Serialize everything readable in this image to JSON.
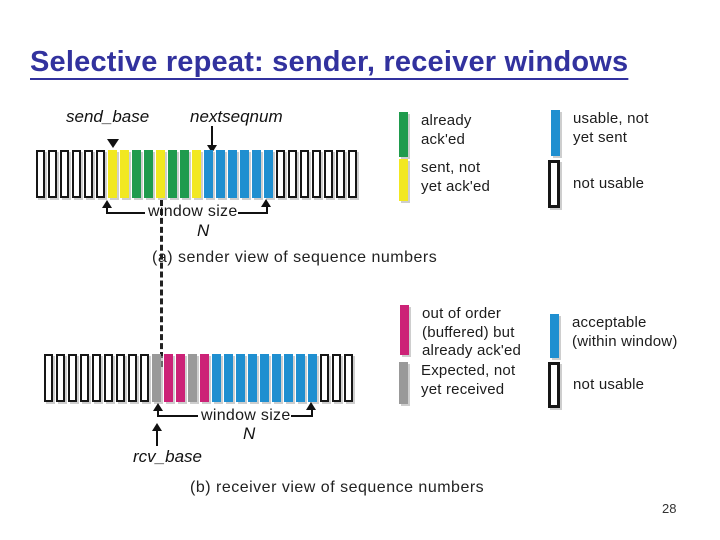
{
  "slide": {
    "title": "Selective repeat: sender, receiver windows",
    "page_number": "28"
  },
  "colors": {
    "title": "#32329e",
    "already_acked_green": "#1f9b4d",
    "sent_not_acked_yellow": "#f2e821",
    "usable_blue": "#1f8fd0",
    "out_of_order_magenta": "#cc2277",
    "expected_gray": "#999999",
    "not_usable_fill": "#ffffff"
  },
  "bar_states": {
    "n": {
      "name": "not-usable",
      "color": null
    },
    "y": {
      "name": "sent-not-yet-acked",
      "color": "#f2e821"
    },
    "g": {
      "name": "already-acked",
      "color": "#1f9b4d"
    },
    "b": {
      "name": "usable-not-yet-sent",
      "color": "#1f8fd0"
    },
    "o": {
      "name": "out-of-order-buffered-acked",
      "color": "#cc2277"
    },
    "e": {
      "name": "expected-not-yet-received",
      "color": "#999999"
    },
    "a": {
      "name": "acceptable-within-window",
      "color": "#1f8fd0"
    }
  },
  "sender": {
    "send_base_label": "send_base",
    "nextseqnum_label": "nextseqnum",
    "window_size_label": "window size",
    "window_n_label": "N",
    "caption": "(a) sender view of sequence numbers",
    "bars": [
      "n",
      "n",
      "n",
      "n",
      "n",
      "n",
      "y",
      "y",
      "g",
      "g",
      "y",
      "g",
      "g",
      "y",
      "b",
      "b",
      "b",
      "b",
      "b",
      "b",
      "n",
      "n",
      "n",
      "n",
      "n",
      "n",
      "n"
    ],
    "legend": [
      {
        "state": "g",
        "label": "already\nack'ed"
      },
      {
        "state": "y",
        "label": "sent, not\nyet ack'ed"
      },
      {
        "state": "b",
        "label": "usable, not\nyet sent"
      },
      {
        "state": "n",
        "label": "not usable"
      }
    ]
  },
  "receiver": {
    "rcv_base_label": "rcv_base",
    "window_size_label": "window size",
    "window_n_label": "N",
    "caption": "(b) receiver view of sequence numbers",
    "bars": [
      "n",
      "n",
      "n",
      "n",
      "n",
      "n",
      "n",
      "n",
      "n",
      "e",
      "o",
      "o",
      "e",
      "o",
      "a",
      "a",
      "a",
      "a",
      "a",
      "a",
      "a",
      "a",
      "a",
      "n",
      "n",
      "n"
    ],
    "legend": [
      {
        "state": "o",
        "label": "out of order\n(buffered) but\nalready ack'ed"
      },
      {
        "state": "e",
        "label": "Expected, not\nyet received"
      },
      {
        "state": "a",
        "label": "acceptable\n(within window)"
      },
      {
        "state": "n",
        "label": "not usable"
      }
    ]
  }
}
